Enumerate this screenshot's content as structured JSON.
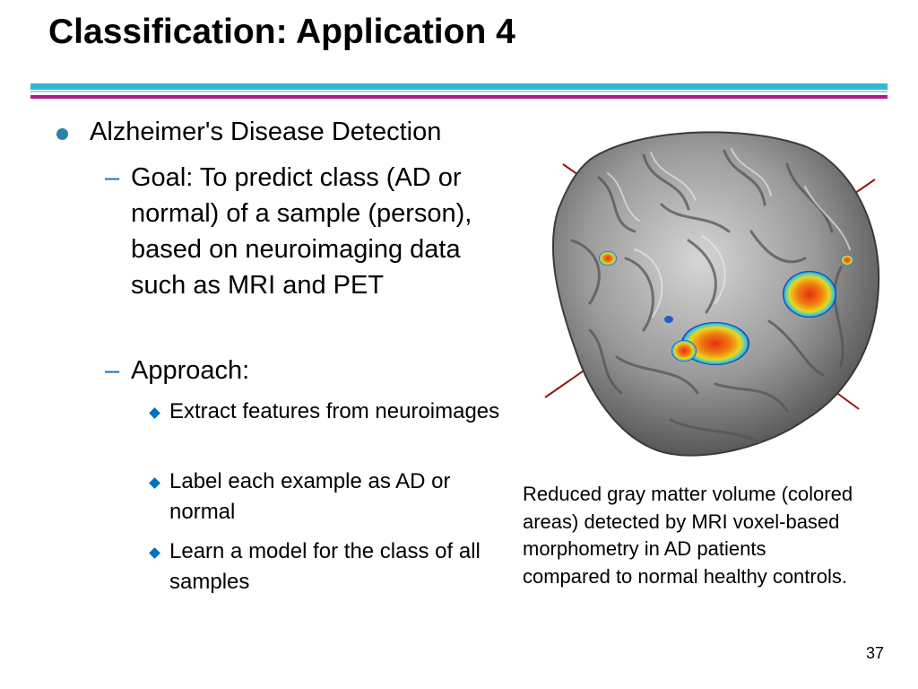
{
  "slide": {
    "title": "Classification: Application 4",
    "page_number": "37"
  },
  "content": {
    "bullet": "Alzheimer's Disease Detection",
    "goal": "Goal: To predict class (AD or normal) of a sample (person), based on neuroimaging data such as MRI and PET",
    "approach": "Approach:",
    "steps": [
      "Extract features from neuroimages",
      "Label each example as AD or normal",
      "Learn a model for the class of all samples"
    ]
  },
  "figure": {
    "caption": "Reduced gray matter volume (colored\nareas) detected by MRI voxel-based\nmorphometry in AD patients\ncompared to normal healthy controls."
  },
  "colors": {
    "rule_cyan": "#33b8d4",
    "rule_magenta": "#b0188c",
    "bullet_blue": "#2f7fa8",
    "sub_bullet_blue": "#0070c0"
  }
}
